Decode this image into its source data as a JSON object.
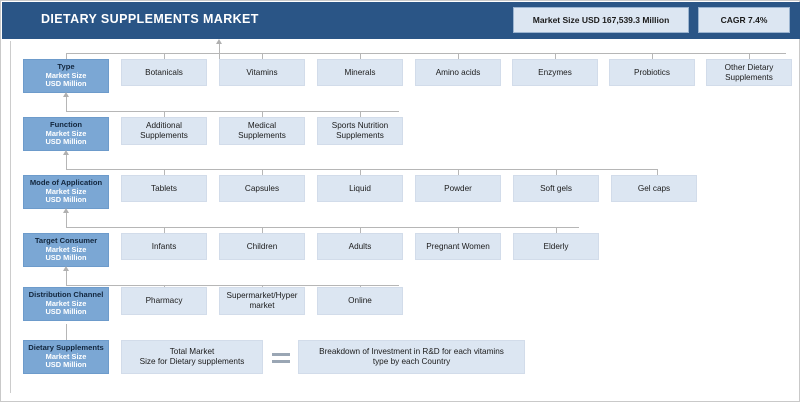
{
  "header": {
    "title": "DIETARY SUPPLEMENTS MARKET",
    "kpi_market": "Market Size USD  167,539.3 Million",
    "kpi_cagr": "CAGR 7.4%"
  },
  "common": {
    "sub_line1": "Market Size",
    "sub_line2": "USD Million"
  },
  "rows": [
    {
      "name": "Type",
      "items": [
        {
          "l1": "Botanicals",
          "l2": ""
        },
        {
          "l1": "Vitamins",
          "l2": ""
        },
        {
          "l1": "Minerals",
          "l2": ""
        },
        {
          "l1": "Amino acids",
          "l2": ""
        },
        {
          "l1": "Enzymes",
          "l2": ""
        },
        {
          "l1": "Probiotics",
          "l2": ""
        },
        {
          "l1": "Other Dietary",
          "l2": "Supplements"
        }
      ]
    },
    {
      "name": "Function",
      "items": [
        {
          "l1": "Additional",
          "l2": "Supplements"
        },
        {
          "l1": "Medical",
          "l2": "Supplements"
        },
        {
          "l1": "Sports Nutrition",
          "l2": "Supplements"
        }
      ]
    },
    {
      "name": "Mode of Application",
      "items": [
        {
          "l1": "Tablets",
          "l2": ""
        },
        {
          "l1": "Capsules",
          "l2": ""
        },
        {
          "l1": "Liquid",
          "l2": ""
        },
        {
          "l1": "Powder",
          "l2": ""
        },
        {
          "l1": "Soft gels",
          "l2": ""
        },
        {
          "l1": "Gel caps",
          "l2": ""
        }
      ]
    },
    {
      "name": "Target Consumer",
      "items": [
        {
          "l1": "Infants",
          "l2": ""
        },
        {
          "l1": "Children",
          "l2": ""
        },
        {
          "l1": "Adults",
          "l2": ""
        },
        {
          "l1": "Pregnant Women",
          "l2": ""
        },
        {
          "l1": "Elderly",
          "l2": ""
        }
      ]
    },
    {
      "name": "Distribution Channel",
      "items": [
        {
          "l1": "Pharmacy",
          "l2": ""
        },
        {
          "l1": "Supermarket/Hyper",
          "l2": "market"
        },
        {
          "l1": "Online",
          "l2": ""
        }
      ]
    },
    {
      "name": "Dietary Supplements",
      "items": [
        {
          "l1": "Total Market",
          "l2": "Size for Dietary supplements"
        },
        {
          "l1": "Breakdown of Investment in R&D for each vitamins",
          "l2": "type by each Country"
        }
      ]
    }
  ],
  "equals_symbol": "=",
  "colors": {
    "header_bar": "#2a5586",
    "category_box": "#7ba7d4",
    "leaf_box": "#dce6f2",
    "kpi_box": "#dce6f2",
    "connector": "#b6b6b6"
  }
}
